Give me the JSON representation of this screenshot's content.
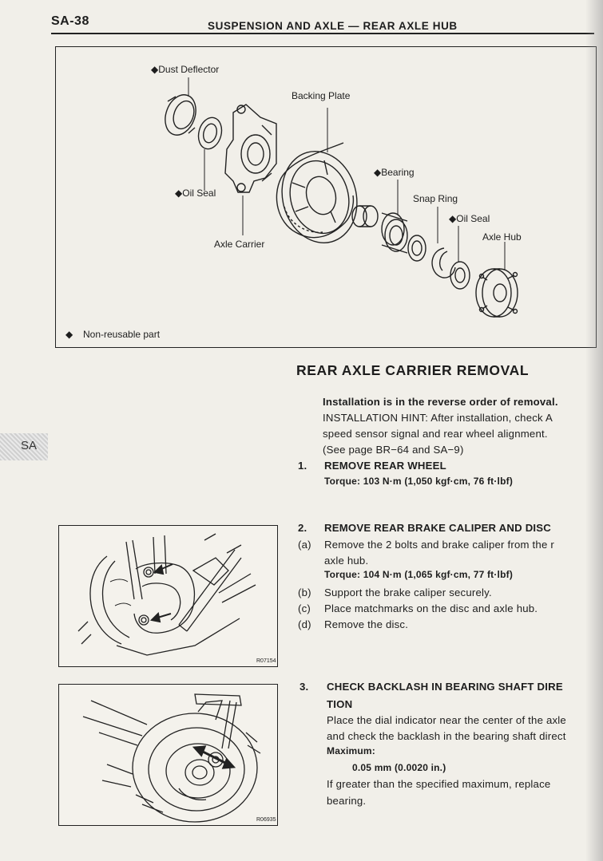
{
  "header": {
    "page_number": "SA-38",
    "title": "SUSPENSION AND AXLE — REAR AXLE HUB"
  },
  "diagram": {
    "labels": {
      "dust_deflector": "◆Dust Deflector",
      "backing_plate": "Backing Plate",
      "bearing": "◆Bearing",
      "snap_ring": "Snap Ring",
      "oil_seal_left": "◆Oil Seal",
      "oil_seal_right": "◆Oil Seal",
      "axle_hub": "Axle Hub",
      "axle_carrier": "Axle Carrier"
    },
    "legend_symbol": "◆",
    "legend_text": "Non-reusable part"
  },
  "side_tab": "SA",
  "section": {
    "title": "REAR AXLE CARRIER REMOVAL",
    "intro_bold": "Installation is in the reverse order of removal.",
    "hint_lines": [
      "INSTALLATION HINT: After installation, check A",
      "speed sensor signal and rear wheel alignment.",
      "(See page BR−64 and SA−9)"
    ]
  },
  "steps": [
    {
      "number": "1.",
      "title": "REMOVE REAR WHEEL",
      "torque": "Torque: 103 N·m (1,050 kgf·cm, 76 ft·lbf)"
    },
    {
      "number": "2.",
      "title": "REMOVE REAR BRAKE CALIPER AND DISC",
      "substeps": [
        {
          "marker": "(a)",
          "lines": [
            "Remove the 2 bolts and brake caliper from the r",
            "axle hub."
          ]
        },
        {
          "marker": "(b)",
          "lines": [
            "Support the brake caliper securely."
          ]
        },
        {
          "marker": "(c)",
          "lines": [
            "Place matchmarks on the disc and axle hub."
          ]
        },
        {
          "marker": "(d)",
          "lines": [
            "Remove the disc."
          ]
        }
      ],
      "torque": "Torque: 104 N·m (1,065 kgf·cm, 77 ft·lbf)",
      "figure_code": "R07154"
    },
    {
      "number": "3.",
      "title_line1": "CHECK BACKLASH IN BEARING SHAFT DIRE",
      "title_line2": "TION",
      "body_lines": [
        "Place the dial indicator near the center of the axle",
        "and check the backlash in the bearing shaft direct"
      ],
      "max_label": "Maximum:",
      "max_value": "0.05 mm (0.0020 in.)",
      "after_lines": [
        "If greater than the specified maximum, replace",
        "bearing."
      ],
      "figure_code": "R06935"
    }
  ]
}
